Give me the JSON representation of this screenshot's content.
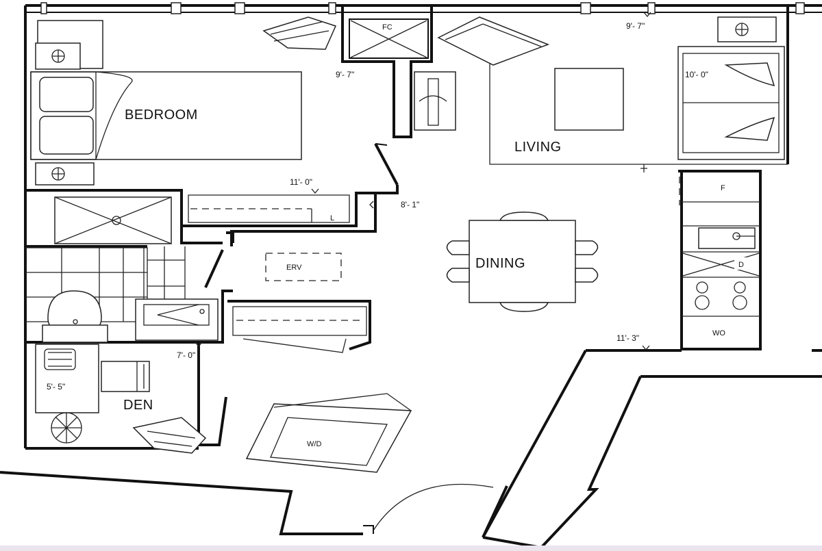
{
  "rooms": {
    "bedroom": "BEDROOM",
    "living": "LIVING",
    "dining": "DINING",
    "den": "DEN"
  },
  "dimensions": {
    "bedroom_width": "9'- 7\"",
    "bedroom_length": "11'- 0\"",
    "hall": "8'- 1\"",
    "living_width": "9'- 7\"",
    "living_length": "10'- 0\"",
    "kitchen": "11'- 3\"",
    "den_width": "7'- 0\"",
    "den_length": "5'- 5\""
  },
  "fixtures": {
    "fc": "FC",
    "linen": "L",
    "erv": "ERV",
    "fridge": "F",
    "dishwasher": "D",
    "wall_oven": "WO",
    "washer_dryer": "W/D"
  },
  "colors": {
    "line": "#111111",
    "background": "#ffffff",
    "bottom_band": "#e9e4ee"
  }
}
